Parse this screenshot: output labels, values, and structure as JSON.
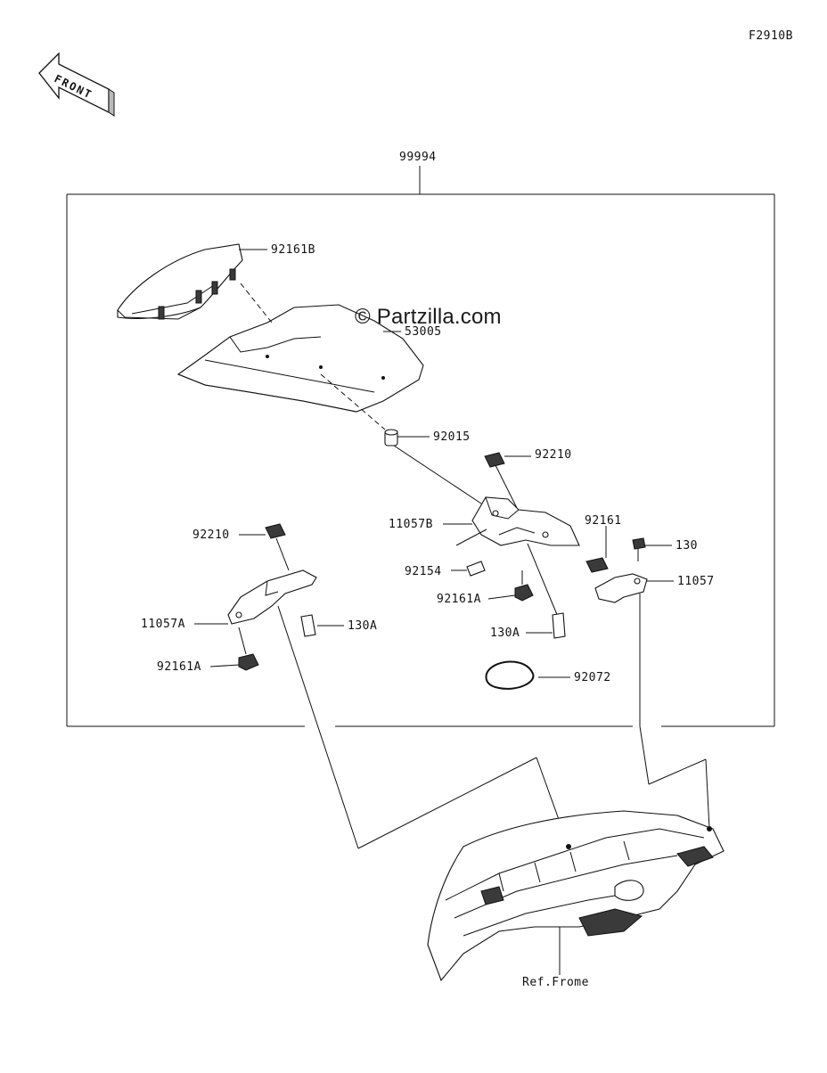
{
  "figure_code": "F2910B",
  "front_arrow": "FRONT",
  "watermark": "© Partzilla.com",
  "kit_label": "99994",
  "reference_label": "Ref.Frome",
  "parts": {
    "seat_cowl": "53005",
    "rubber_top": "92161B",
    "collar": "92015",
    "nut_clip_right": "92210",
    "bracket_right": "11057B",
    "damper_right": "92161",
    "bolt_130": "130",
    "clamp": "11057",
    "bolt_92154": "92154",
    "rubber_right": "92161A",
    "bolt_right": "130A",
    "band": "92072",
    "nut_clip_left": "92210",
    "bracket_left": "11057A",
    "bolt_left": "130A",
    "rubber_left": "92161A"
  }
}
